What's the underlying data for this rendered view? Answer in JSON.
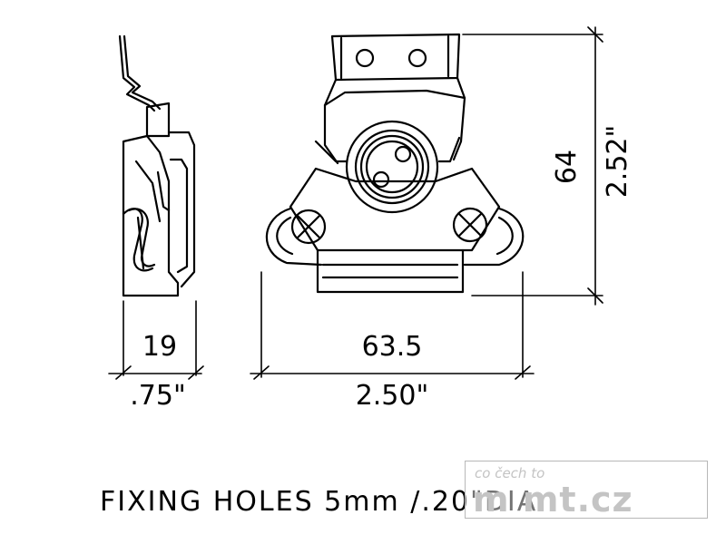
{
  "dimensions": {
    "side_width_mm": "19",
    "side_width_in": ".75\"",
    "front_width_mm": "63.5",
    "front_width_in": "2.50\"",
    "height_mm": "64",
    "height_in": "2.52\""
  },
  "caption": "FIXING HOLES 5mm /.20\"DIA",
  "watermark": {
    "line1": "co čech to",
    "line2": "m     mt.cz"
  },
  "colors": {
    "line": "#000000",
    "background": "#ffffff",
    "watermark": "#c4c4c4"
  }
}
